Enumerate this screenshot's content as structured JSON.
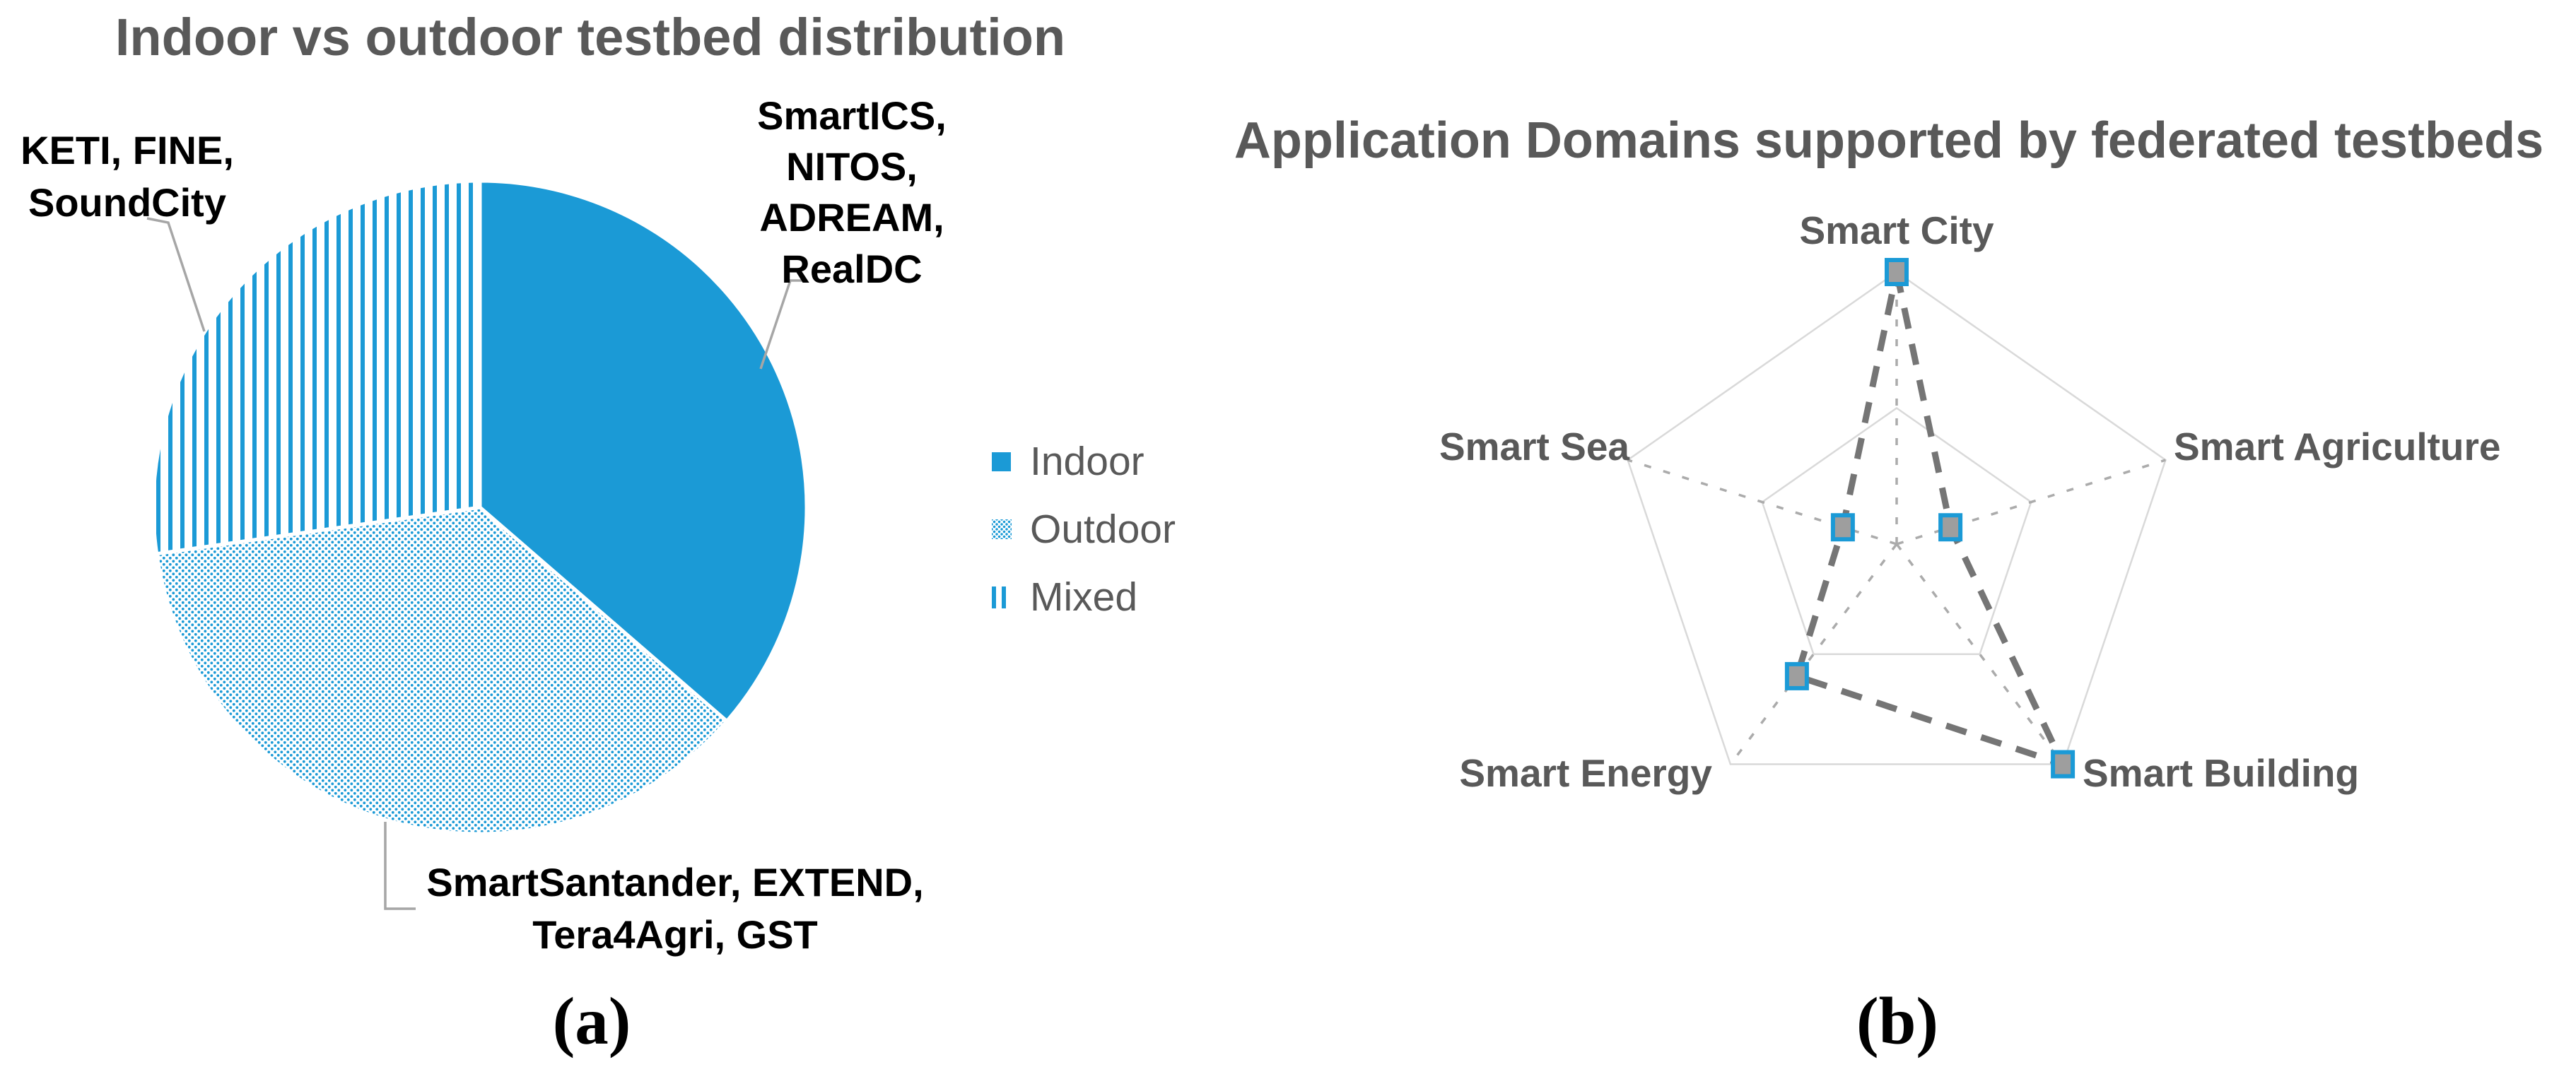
{
  "figure": {
    "caption_a": "(a)",
    "caption_b": "(b)",
    "background": "#ffffff"
  },
  "colors": {
    "accent_blue": "#1b9ad6",
    "title_gray": "#595959",
    "label_black": "#000000",
    "leader_gray": "#a6a6a6",
    "grid_gray": "#d9d9d9",
    "spoke_gray": "#ababab",
    "series_gray": "#757575",
    "marker_fill_gray": "#9e9e9e"
  },
  "chart_data": [
    {
      "type": "pie",
      "title": "Indoor vs outdoor testbed distribution",
      "categories": [
        "Indoor",
        "Outdoor",
        "Mixed"
      ],
      "values": [
        4,
        4,
        3
      ],
      "fractions_pct": [
        36.4,
        36.4,
        27.3
      ],
      "patterns": [
        "solid",
        "dots",
        "vertical-stripes"
      ],
      "start_angle": "12 o'clock",
      "direction": "clockwise",
      "legend_position": "right",
      "slice_annotations": [
        "SmartICS,\nNITOS,\nADREAM,\nRealDC",
        "SmartSantander, EXTEND,\nTera4Agri, GST",
        "KETI, FINE,\nSoundCity"
      ]
    },
    {
      "type": "radar",
      "title": "Application Domains supported by federated testbeds",
      "categories": [
        "Smart City",
        "Smart Agriculture",
        "Smart Building",
        "Smart Energy",
        "Smart Sea"
      ],
      "series": [
        {
          "values": [
            1.0,
            0.2,
            1.0,
            0.6,
            0.2
          ],
          "style": "dashed",
          "marker": "square"
        }
      ],
      "axis_range": [
        0,
        1
      ],
      "grid_rings": [
        0.5,
        1.0
      ],
      "grid": true,
      "legend_position": "none"
    }
  ]
}
